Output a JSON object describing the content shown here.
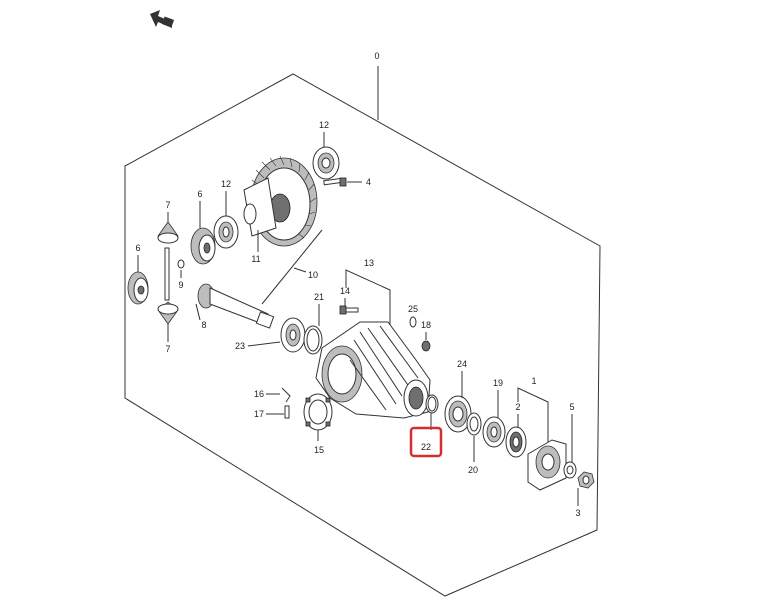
{
  "diagram": {
    "assembly_label": "0",
    "highlighted_callout": "22",
    "callouts": {
      "c1": "1",
      "c2": "2",
      "c3": "3",
      "c4": "4",
      "c5": "5",
      "c6a": "6",
      "c6b": "6",
      "c7a": "7",
      "c7b": "7",
      "c8": "8",
      "c9": "9",
      "c10": "10",
      "c11": "11",
      "c12a": "12",
      "c12b": "12",
      "c13": "13",
      "c14": "14",
      "c15": "15",
      "c16": "16",
      "c17": "17",
      "c18": "18",
      "c19": "19",
      "c20": "20",
      "c21": "21",
      "c22": "22",
      "c23": "23",
      "c24": "24",
      "c25": "25"
    },
    "colors": {
      "highlight": "#d32f2f",
      "line": "#333333"
    },
    "icons": {
      "direction": "front-arrow-icon"
    }
  }
}
